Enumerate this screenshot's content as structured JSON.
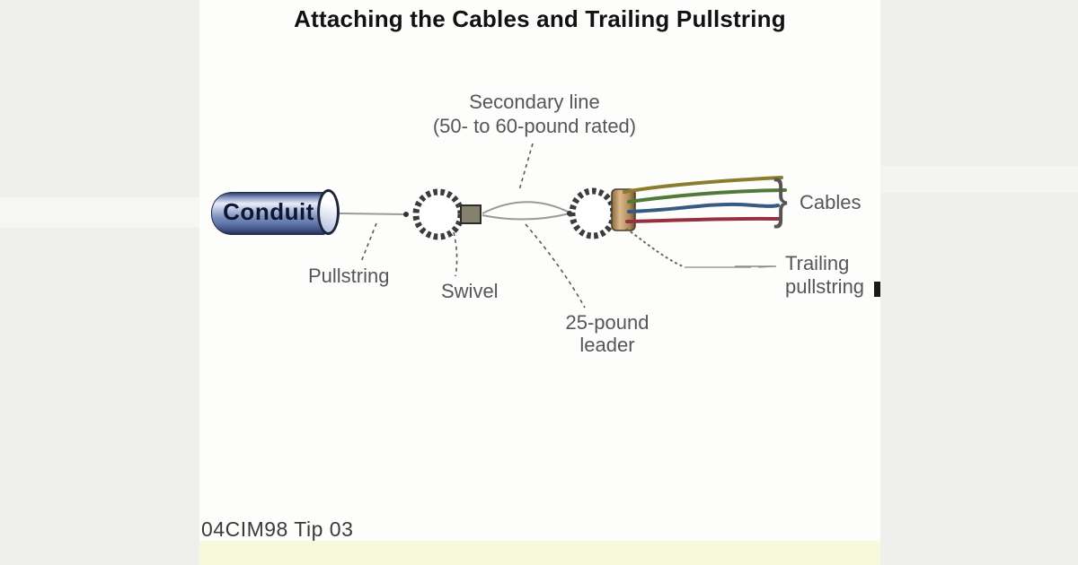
{
  "title": "Attaching the Cables and Trailing Pullstring",
  "caption": "04CIM98 Tip 03",
  "diagram": {
    "conduit_label": "Conduit",
    "labels": {
      "secondary_line_1": "Secondary line",
      "secondary_line_2": "(50- to 60-pound rated)",
      "pullstring": "Pullstring",
      "swivel": "Swivel",
      "leader_line_1": "25-pound",
      "leader_line_2": "leader",
      "cables": "Cables",
      "trailing_line_1": "Trailing",
      "trailing_line_2": "pullstring",
      "cables_brace": "}"
    },
    "cables": [
      {
        "name": "olive-cable",
        "color": "#8c7c2e"
      },
      {
        "name": "green-cable",
        "color": "#507a38"
      },
      {
        "name": "blue-cable",
        "color": "#375a82"
      },
      {
        "name": "red-cable",
        "color": "#963040"
      }
    ],
    "colors": {
      "string_line": "#9a9a9a",
      "leader_dash": "#5a5a5a",
      "swivel_ring": "#3c3c3c",
      "barrel_fill": "#86816f",
      "band_light": "#d9b98a",
      "band_dark": "#8a6844",
      "label_text": "#56565a",
      "footer_strip": "#f8f8dd",
      "conduit_dark": "#2e3c66",
      "conduit_highlight": "#e8ecf6"
    }
  }
}
